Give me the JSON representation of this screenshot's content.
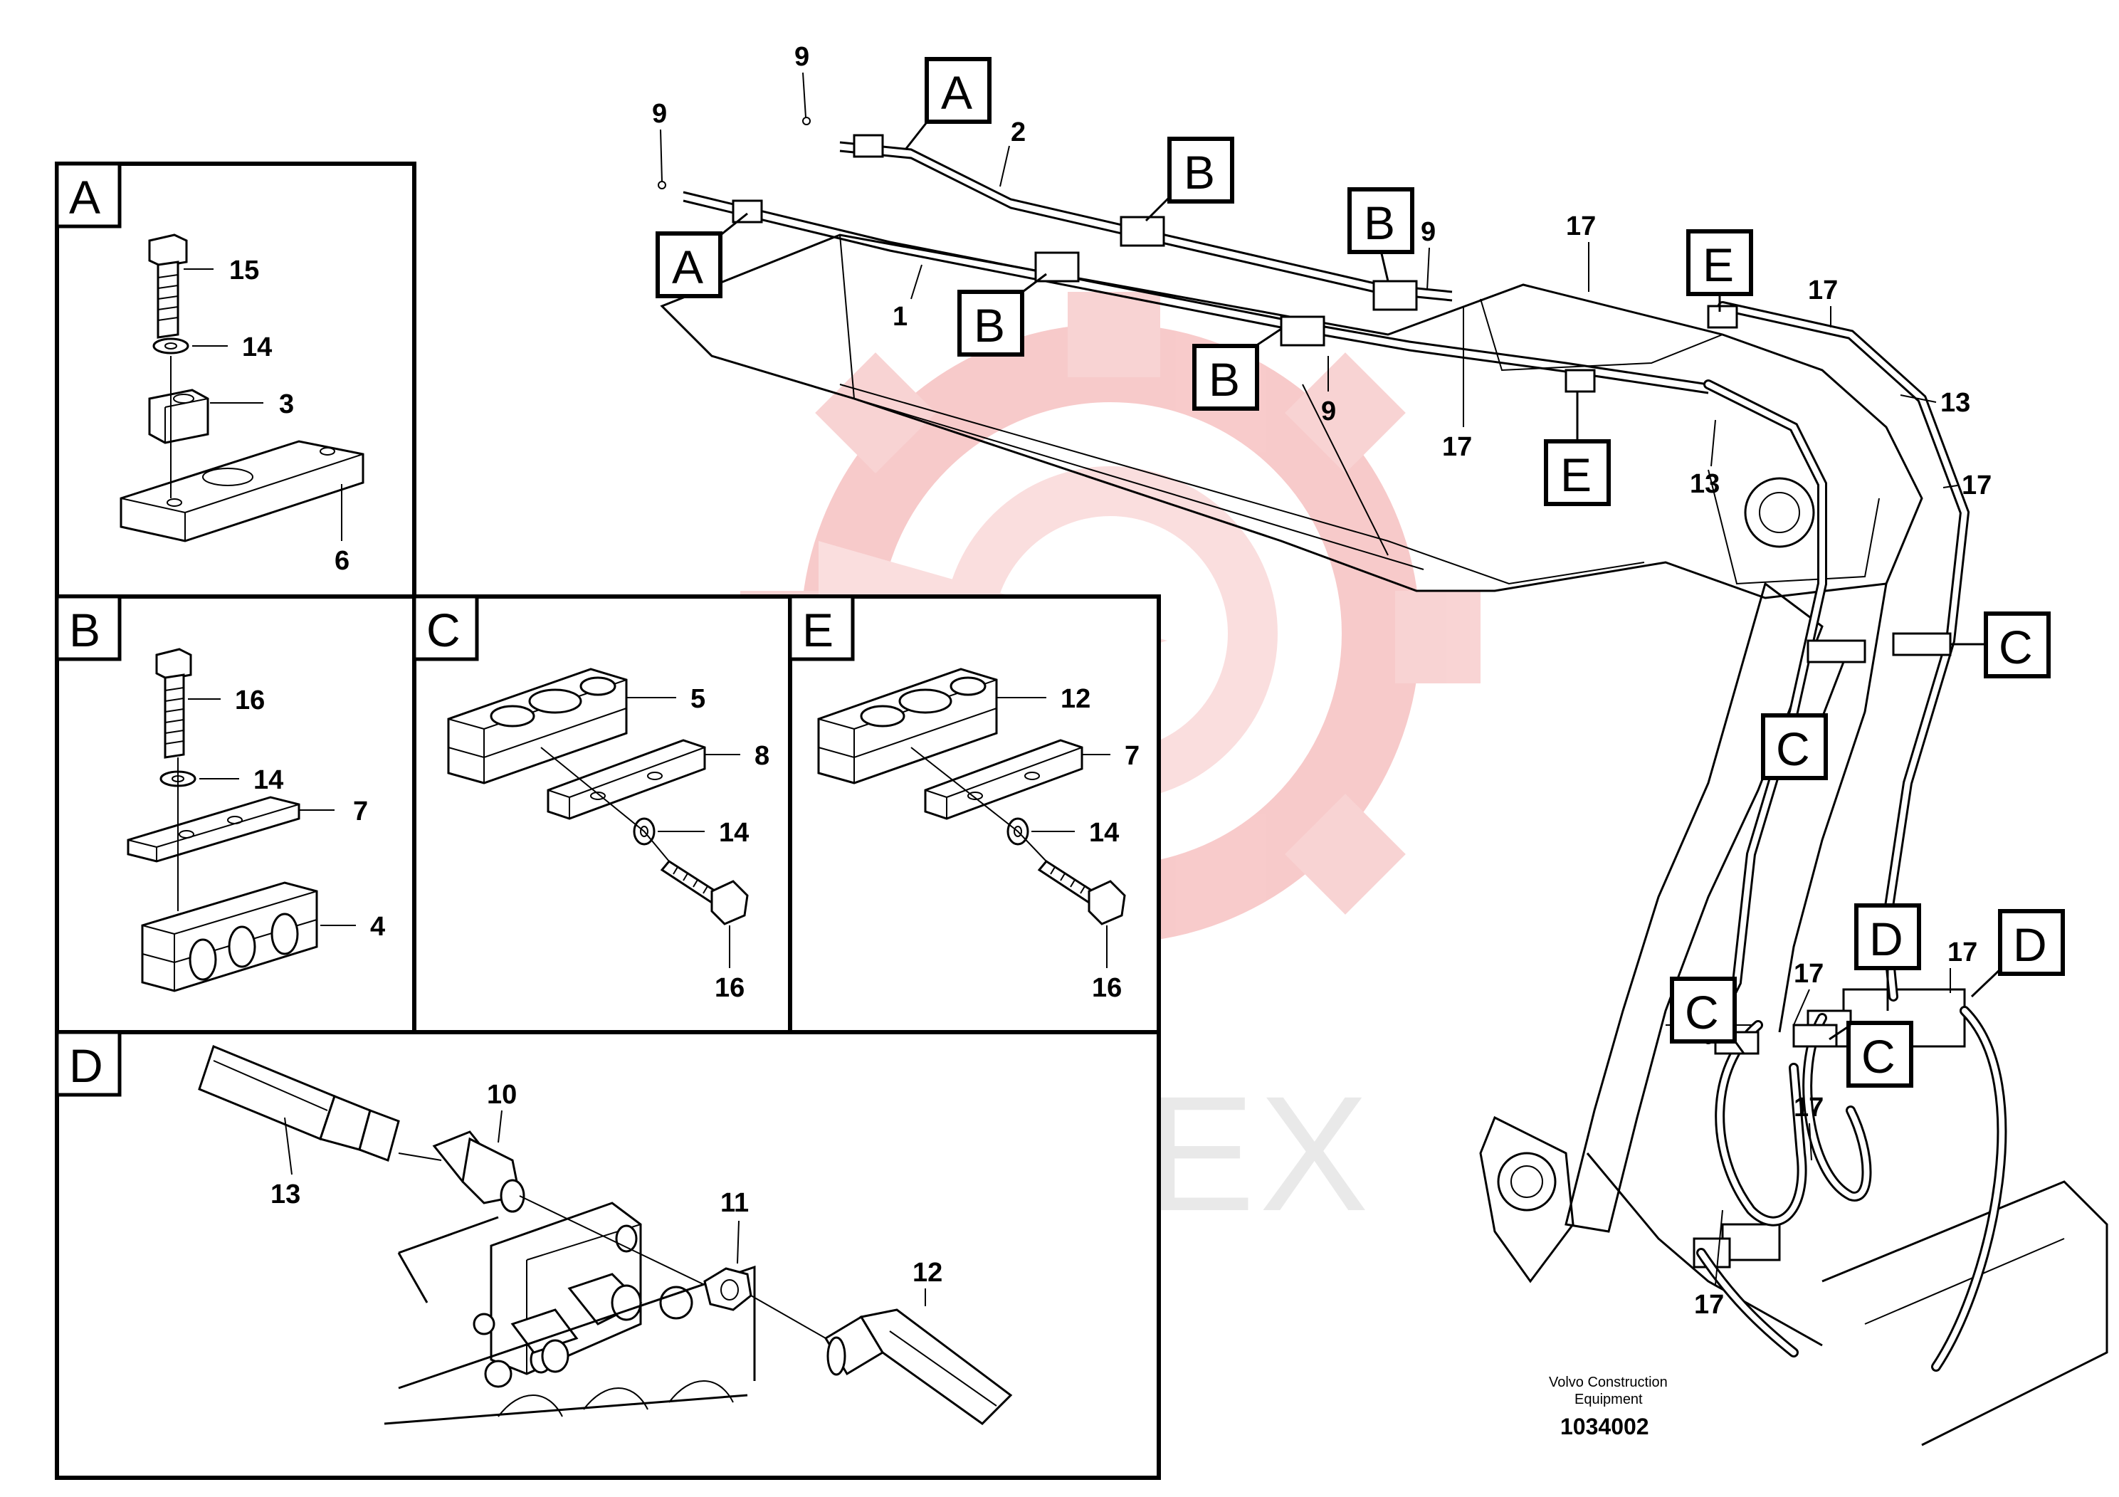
{
  "diagram": {
    "watermark_text": "ИНТЕХ",
    "credit": {
      "line1": "Volvo Construction",
      "line2": "Equipment",
      "number": "1034002"
    },
    "panels": {
      "A": {
        "letter": "A",
        "parts": [
          {
            "label": "15"
          },
          {
            "label": "14"
          },
          {
            "label": "3"
          },
          {
            "label": "6"
          }
        ]
      },
      "B": {
        "letter": "B",
        "parts": [
          {
            "label": "16"
          },
          {
            "label": "14"
          },
          {
            "label": "7"
          },
          {
            "label": "4"
          }
        ]
      },
      "C": {
        "letter": "C",
        "parts": [
          {
            "label": "5"
          },
          {
            "label": "8"
          },
          {
            "label": "14"
          },
          {
            "label": "16"
          }
        ]
      },
      "E": {
        "letter": "E",
        "parts": [
          {
            "label": "12"
          },
          {
            "label": "7"
          },
          {
            "label": "14"
          },
          {
            "label": "16"
          }
        ]
      },
      "D": {
        "letter": "D",
        "parts": [
          {
            "label": "10"
          },
          {
            "label": "13"
          },
          {
            "label": "11"
          },
          {
            "label": "12"
          }
        ]
      }
    },
    "main_callouts": [
      {
        "letter": "A"
      },
      {
        "letter": "A"
      },
      {
        "letter": "B"
      },
      {
        "letter": "B"
      },
      {
        "letter": "B"
      },
      {
        "letter": "B"
      },
      {
        "letter": "E"
      },
      {
        "letter": "E"
      },
      {
        "letter": "C"
      },
      {
        "letter": "C"
      },
      {
        "letter": "C"
      },
      {
        "letter": "C"
      },
      {
        "letter": "D"
      },
      {
        "letter": "D"
      }
    ],
    "main_labels": [
      {
        "text": "9"
      },
      {
        "text": "9"
      },
      {
        "text": "2"
      },
      {
        "text": "1"
      },
      {
        "text": "9"
      },
      {
        "text": "9"
      },
      {
        "text": "17"
      },
      {
        "text": "17"
      },
      {
        "text": "17"
      },
      {
        "text": "13"
      },
      {
        "text": "13"
      },
      {
        "text": "17"
      },
      {
        "text": "17"
      },
      {
        "text": "17"
      },
      {
        "text": "17"
      },
      {
        "text": "17"
      }
    ]
  }
}
